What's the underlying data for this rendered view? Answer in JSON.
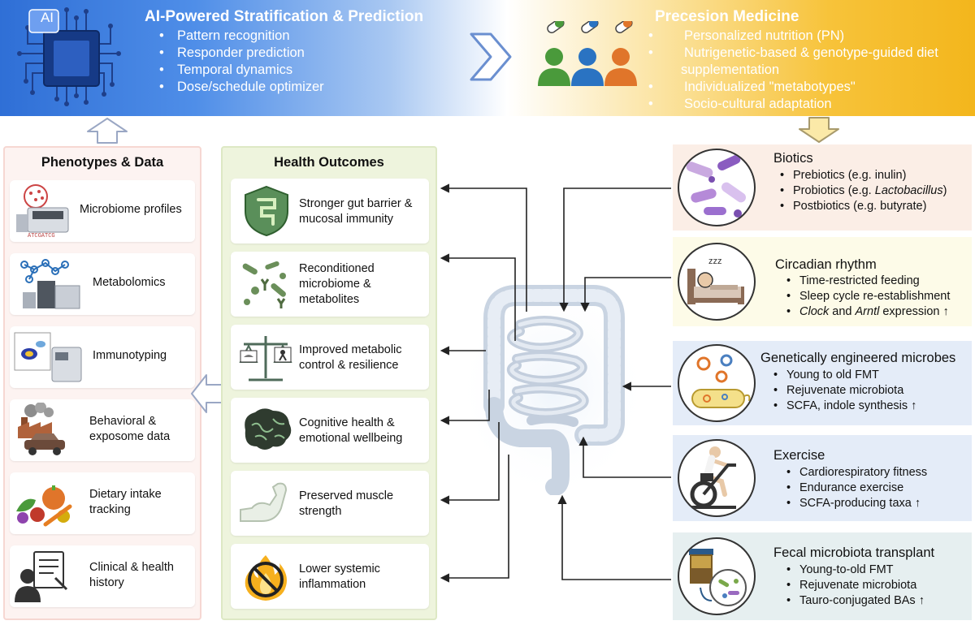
{
  "banner": {
    "left_title": "AI-Powered Stratification & Prediction",
    "ai_chip_label": "AI",
    "left_items": [
      "Pattern recognition",
      "Responder prediction",
      "Temporal dynamics",
      "Dose/schedule optimizer"
    ],
    "right_title": "Precesion Medicine",
    "right_items": [
      "Personalized nutrition (PN)",
      "Nutrigenetic-based & genotype-guided diet supplementation",
      "Individualized \"metabotypes\"",
      "Socio-cultural adaptation"
    ]
  },
  "phenotypes": {
    "title": "Phenotypes & Data",
    "items": [
      "Microbiome profiles",
      "Metabolomics",
      "Immunotyping",
      "Behavioral & exposome data",
      "Dietary intake tracking",
      "Clinical & health history"
    ]
  },
  "health": {
    "title": "Health Outcomes",
    "items": [
      "Stronger gut barrier & mucosal immunity",
      "Reconditioned microbiome & metabolites",
      "Improved metabolic control & resilience",
      "Cognitive health & emotional wellbeing",
      "Preserved muscle strength",
      "Lower systemic inflammation"
    ]
  },
  "interventions": {
    "biotics": {
      "title": "Biotics",
      "items": [
        "Prebiotics (e.g. inulin)",
        "Probiotics (e.g. ",
        "Lactobacillus",
        ")",
        "Postbiotics (e.g. butyrate)"
      ]
    },
    "circadian": {
      "title": "Circadian rhythm",
      "items": [
        "Time-restricted feeding",
        "Sleep cycle re-establishment",
        "Clock",
        " and ",
        "Arntl",
        " expression ↑"
      ],
      "zzz": "zzz"
    },
    "engineered": {
      "title": "Genetically engineered microbes",
      "items": [
        "Young to old FMT",
        "Rejuvenate microbiota",
        "SCFA, indole synthesis ↑"
      ]
    },
    "exercise": {
      "title": "Exercise",
      "items": [
        "Cardiorespiratory fitness",
        "Endurance exercise",
        "SCFA-producing taxa ↑"
      ]
    },
    "fmt": {
      "title": "Fecal microbiota transplant",
      "items": [
        "Young-to-old FMT",
        "Rejuvenate microbiota",
        "Tauro-conjugated BAs ↑"
      ]
    }
  },
  "colors": {
    "banner_blue": "#2f6fd6",
    "banner_gold": "#f3b61c",
    "pheno_bg": "#fdf3f1",
    "health_bg": "#eef4dd",
    "biotics_bg": "#fbeee6",
    "circadian_bg": "#fdfbe8",
    "engineered_bg": "#e4ecf8",
    "exercise_bg": "#e4ecf8",
    "fmt_bg": "#e6eff0",
    "person_colors": [
      "#4a9a3b",
      "#2a73c2",
      "#e0752a"
    ]
  }
}
